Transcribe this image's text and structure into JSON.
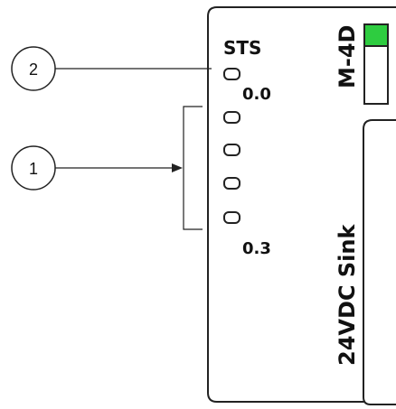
{
  "module": {
    "status_label": "STS",
    "model_label": "M-4D",
    "side_label": "24VDC Sink",
    "channel_first_label": "0.0",
    "channel_last_label": "0.3",
    "indicator_color": "#2ecc40"
  },
  "callouts": [
    {
      "number": "2",
      "target": "status LED"
    },
    {
      "number": "1",
      "target": "channel LEDs 0.0–0.3"
    }
  ]
}
